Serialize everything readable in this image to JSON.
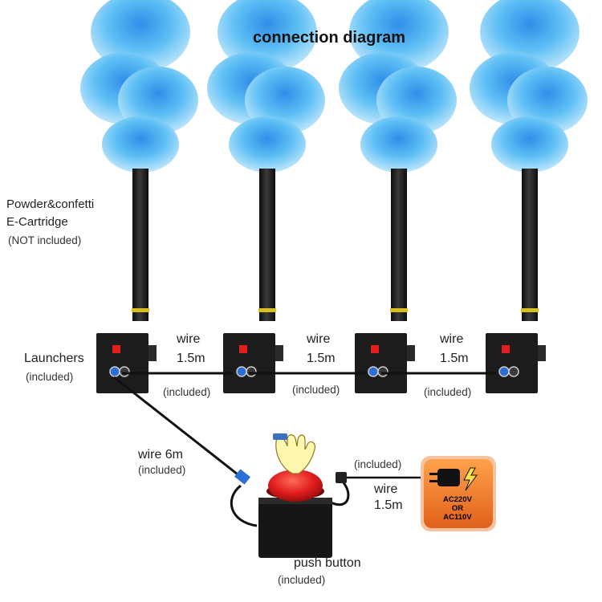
{
  "title": "connection diagram",
  "cartridge": {
    "line1": "Powder&confetti",
    "line2": "E-Cartridge",
    "note": "(NOT included)"
  },
  "launchers": {
    "label": "Launchers",
    "note": "(included)"
  },
  "wires": [
    {
      "label": "wire",
      "length": "1.5m",
      "note": "(included)"
    },
    {
      "label": "wire",
      "length": "1.5m",
      "note": "(included)"
    },
    {
      "label": "wire",
      "length": "1.5m",
      "note": "(included)"
    }
  ],
  "wire_long": {
    "label": "wire  6m",
    "note": "(included)"
  },
  "power_wire": {
    "label": "wire",
    "length": "1.5m",
    "note": "(included)"
  },
  "push_button": {
    "label": "push button",
    "note": "(included)"
  },
  "plug": {
    "line1": "AC220V",
    "line2": "OR",
    "line3": "AC110V"
  },
  "colors": {
    "smoke": "#4ab3f2",
    "launcher": "#1c1c1c",
    "button_red": "#e11d1d",
    "plug_orange": "#ef7a1e",
    "cable": "#111111"
  }
}
